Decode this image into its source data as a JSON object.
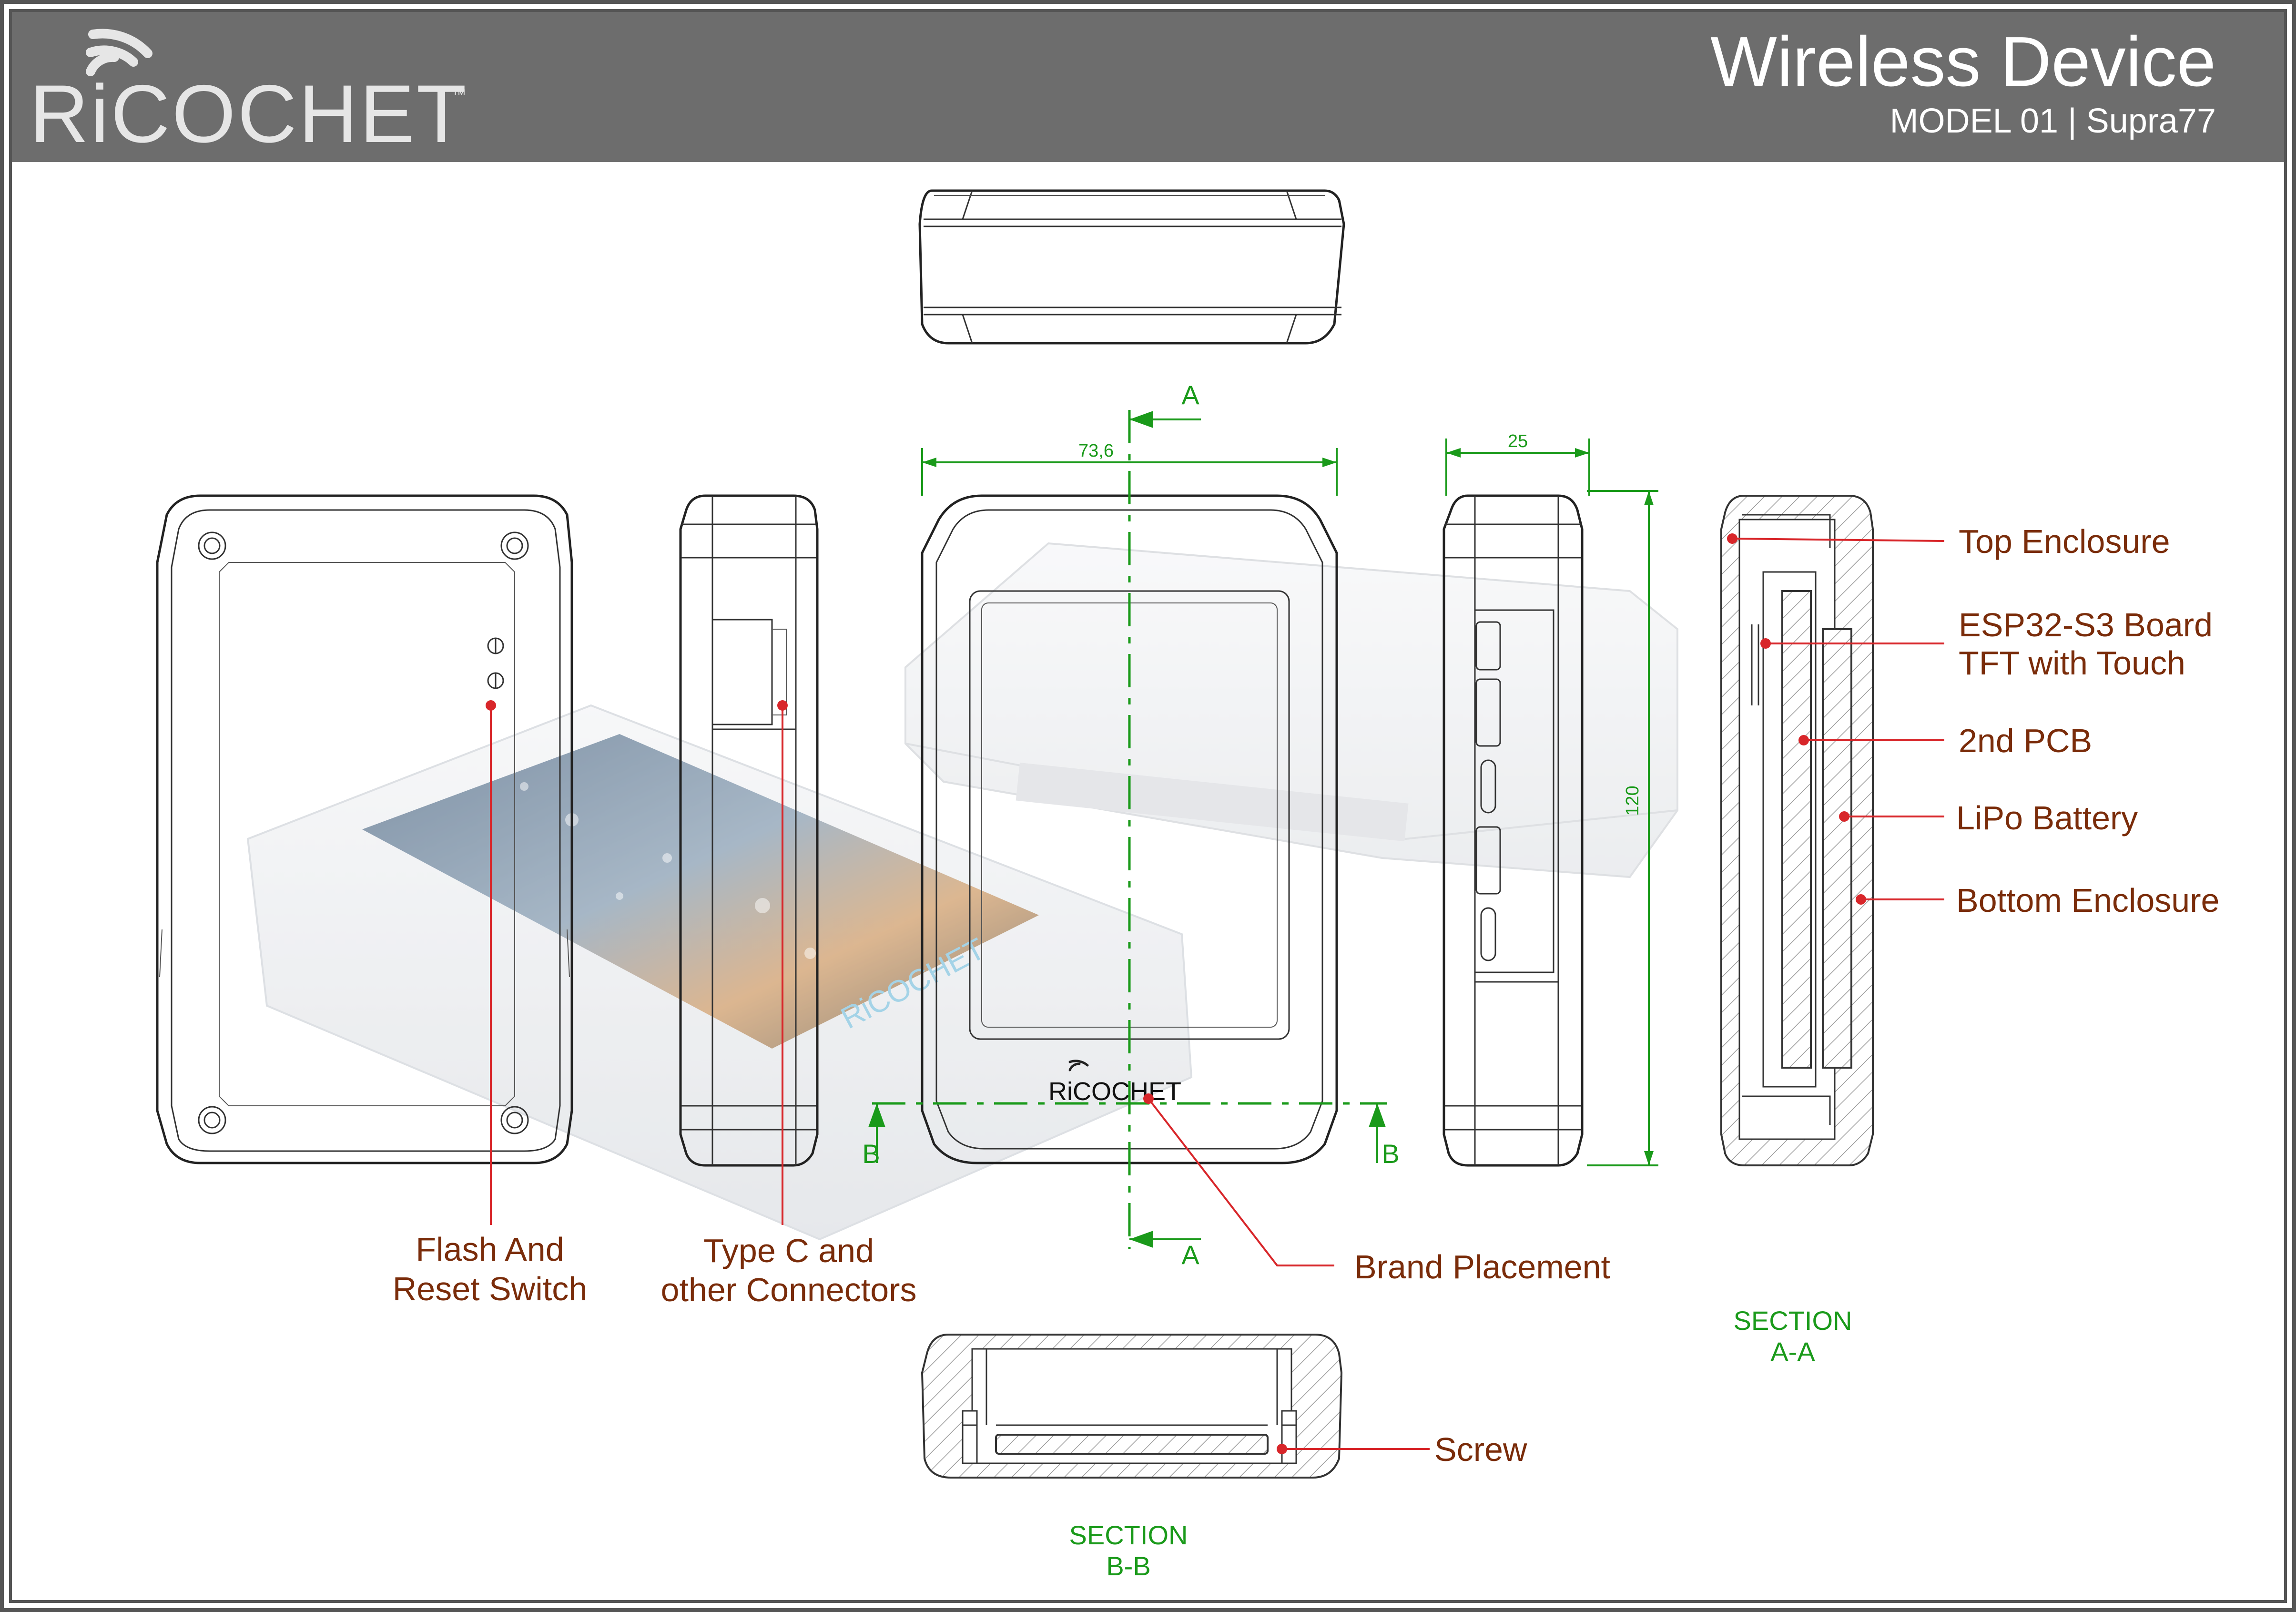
{
  "header": {
    "brand": "RiCOCHET",
    "trademark": "™",
    "title": "Wireless Device",
    "subtitle": "MODEL 01 | Supra77"
  },
  "dimensions": {
    "width": "73,6",
    "depth": "25",
    "height": "120"
  },
  "section_markers": {
    "a_top": "A",
    "a_bottom": "A",
    "b_left": "B",
    "b_right": "B"
  },
  "callouts": {
    "top_enclosure": "Top Enclosure",
    "esp32_line1": "ESP32-S3 Board",
    "esp32_line2": "TFT with Touch",
    "second_pcb": "2nd PCB",
    "lipo_battery": "LiPo Battery",
    "bottom_enclosure": "Bottom Enclosure",
    "flash_line1": "Flash And",
    "flash_line2": "Reset Switch",
    "typec_line1": "Type C and",
    "typec_line2": "other Connectors",
    "brand_placement": "Brand Placement",
    "screw": "Screw"
  },
  "sections": {
    "aa_line1": "SECTION",
    "aa_line2": "A-A",
    "bb_line1": "SECTION",
    "bb_line2": "B-B"
  },
  "device_logo": "RiCOCHET",
  "colors": {
    "header_bg": "#6d6d6d",
    "callout_text": "#7a2c0a",
    "leader": "#d8262a",
    "dimension": "#1a9a1a"
  }
}
